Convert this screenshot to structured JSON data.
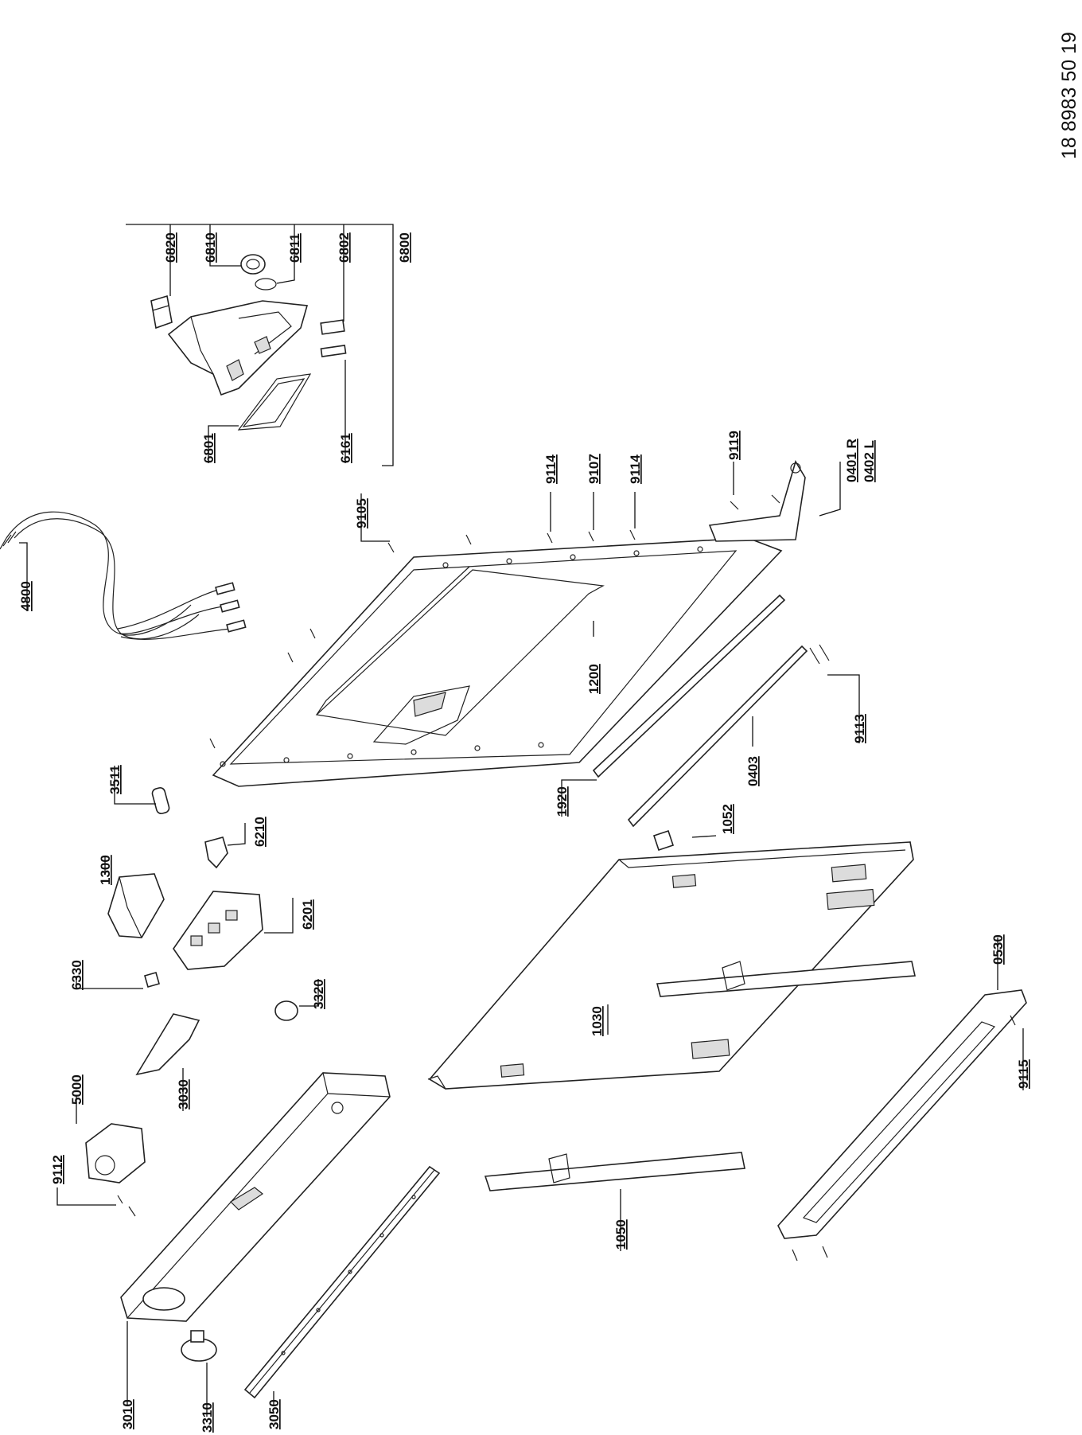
{
  "document_number": "18 8983 50 19",
  "labels": {
    "l6820": "6820",
    "l6810": "6810",
    "l6811": "6811",
    "l6802": "6802",
    "l6800": "6800",
    "l6801": "6801",
    "l6161": "6161",
    "l4800": "4800",
    "l9105": "9105",
    "l9114a": "9114",
    "l9107": "9107",
    "l9114b": "9114",
    "l9119": "9119",
    "l0401": "0401 R",
    "l0402": "0402 L",
    "l1200": "1200",
    "l9113": "9113",
    "l0403": "0403",
    "l1920": "1920",
    "l1052": "1052",
    "l3511": "3511",
    "l6210": "6210",
    "l1300": "1300",
    "l6201": "6201",
    "l6330": "6330",
    "l3320": "3320",
    "l1030": "1030",
    "l0530": "0530",
    "l5000": "5000",
    "l3030": "3030",
    "l9112": "9112",
    "l9115": "9115",
    "l1050": "1050",
    "l3010": "3010",
    "l3310": "3310",
    "l3050": "3050"
  }
}
